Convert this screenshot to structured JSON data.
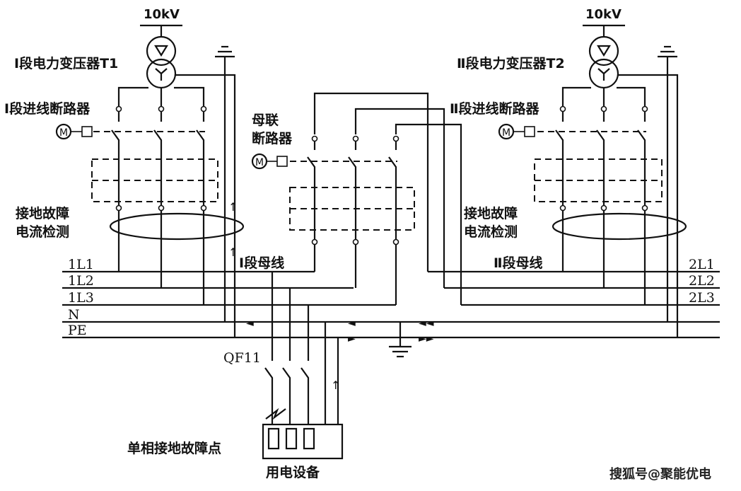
{
  "transformer_left": {
    "voltage": "10kV",
    "label": "Ⅰ段电力变压器T1",
    "breaker_label": "Ⅰ段进线断路器",
    "fault_detect_label_1": "接地故障",
    "fault_detect_label_2": "电流检测"
  },
  "transformer_right": {
    "voltage": "10kV",
    "label": "Ⅱ段电力变压器T2",
    "breaker_label": "Ⅱ段进线断路器",
    "fault_detect_label_1": "接地故障",
    "fault_detect_label_2": "电流检测"
  },
  "tie_breaker": {
    "label_1": "母联",
    "label_2": "断路器"
  },
  "bus": {
    "section_1": "Ⅰ段母线",
    "section_2": "Ⅱ段母线",
    "left_lines": [
      "1L1",
      "1L2",
      "1L3",
      "N",
      "PE"
    ],
    "right_lines": [
      "2L1",
      "2L2",
      "2L3"
    ]
  },
  "load": {
    "breaker": "QF11",
    "fault_point": "单相接地故障点",
    "equipment": "用电设备"
  },
  "motor_symbol": "M",
  "watermark": "搜狐号@聚能优电"
}
